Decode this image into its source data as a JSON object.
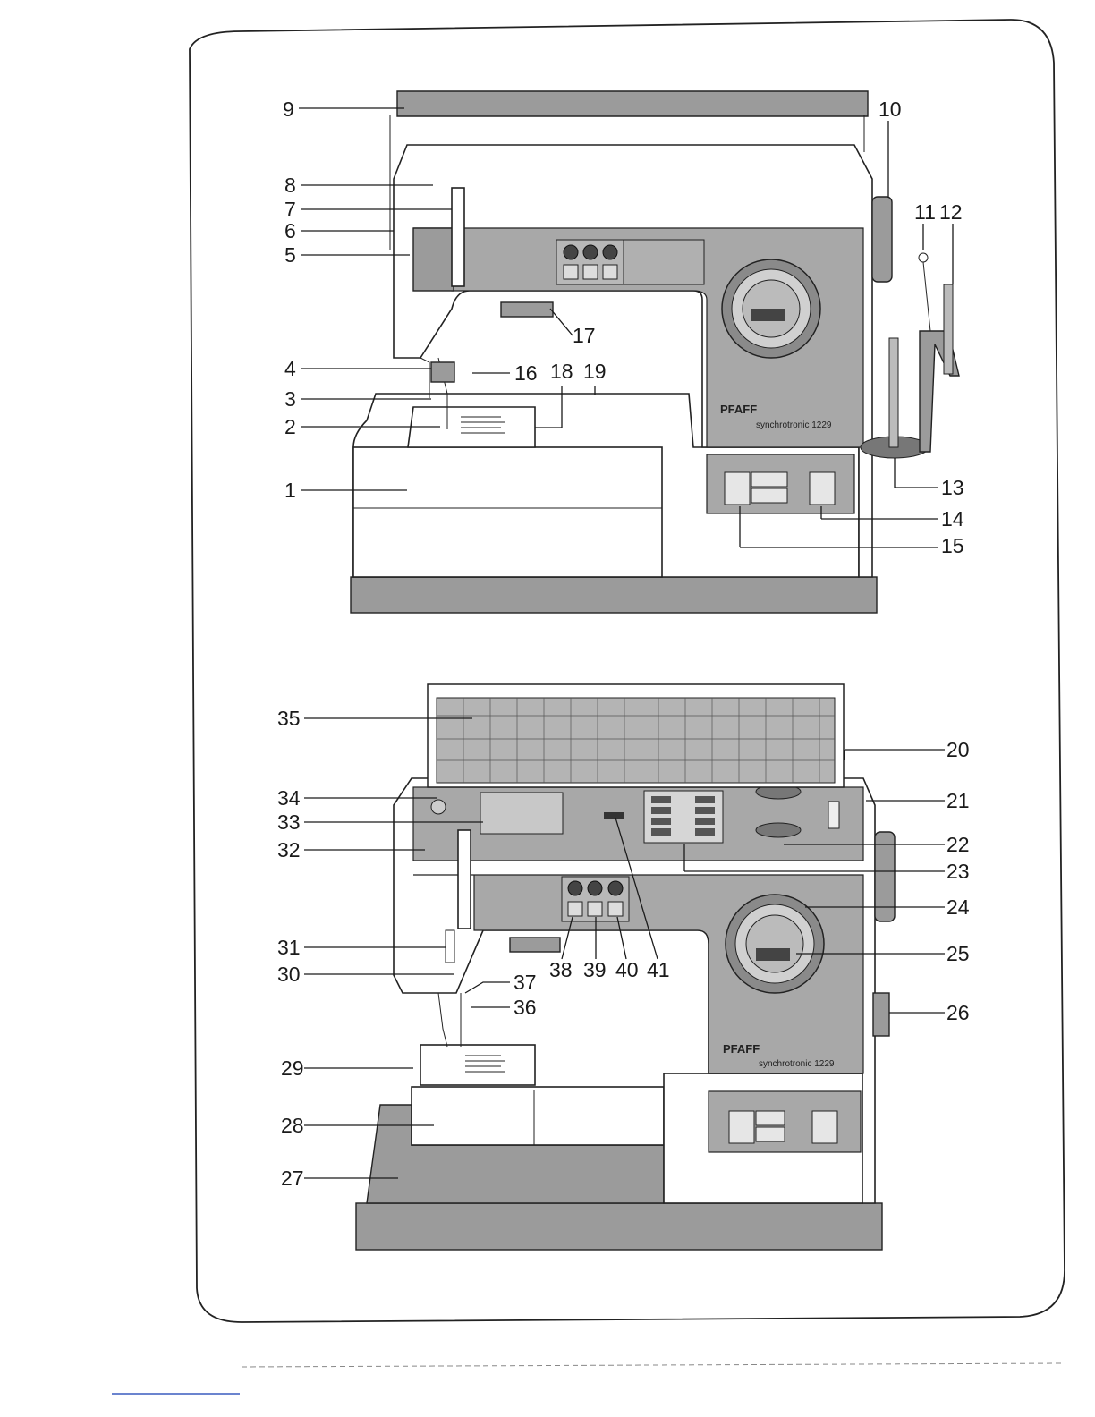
{
  "top_figure": {
    "brand": "PFAFF",
    "model": "synchrotronic 1229",
    "callouts": [
      "1",
      "2",
      "3",
      "4",
      "5",
      "6",
      "7",
      "8",
      "9",
      "10",
      "11",
      "12",
      "13",
      "14",
      "15",
      "16",
      "17",
      "18",
      "19"
    ]
  },
  "bottom_figure": {
    "brand": "PFAFF",
    "model": "synchrotronic 1229",
    "callouts": [
      "20",
      "21",
      "22",
      "23",
      "24",
      "25",
      "26",
      "27",
      "28",
      "29",
      "30",
      "31",
      "32",
      "33",
      "34",
      "35",
      "36",
      "37",
      "38",
      "39",
      "40",
      "41"
    ]
  },
  "colors": {
    "panel_gray": "#9b9b9b",
    "line": "#1a1a1a",
    "paper": "#ffffff"
  }
}
